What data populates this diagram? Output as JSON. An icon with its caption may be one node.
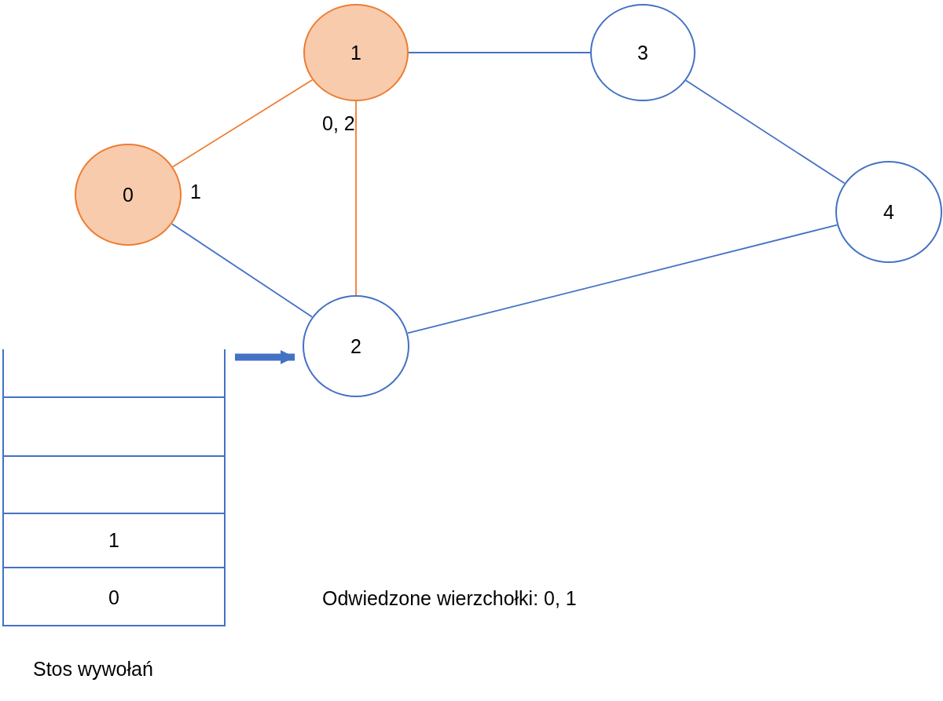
{
  "diagram": {
    "nodes": [
      {
        "text": [
          "0"
        ],
        "beside": [
          "1"
        ]
      },
      {
        "text": [
          "1"
        ],
        "beside": [
          "0, 2"
        ]
      },
      {
        "text": [
          "2"
        ]
      },
      {
        "text": [
          "3"
        ]
      },
      {
        "text": [
          "4"
        ]
      },
      {
        "text": [],
        "shape": "box",
        "beside": [
          "Stos wywołań"
        ]
      },
      {
        "text": [],
        "shape": "box",
        "in": 5
      },
      {
        "text": [],
        "shape": "box",
        "in": 5
      },
      {
        "text": [
          "1"
        ],
        "in": 5
      },
      {
        "text": [
          "0"
        ],
        "in": 5
      }
    ],
    "edges": [
      {
        "from": 0,
        "to": 1,
        "arrow": "none",
        "color": "#ed7d31"
      },
      {
        "from": 1,
        "to": 3,
        "arrow": "none"
      },
      {
        "from": 1,
        "to": 2,
        "arrow": "none",
        "color": "#ed7d31"
      },
      {
        "from": 0,
        "to": 2,
        "arrow": "none"
      },
      {
        "from": 3,
        "to": 4,
        "arrow": "none"
      },
      {
        "from": 2,
        "to": 4,
        "arrow": "none"
      },
      {
        "from": 5,
        "to": 2,
        "arrow": "to",
        "style": "thick"
      }
    ],
    "labels": [
      "Odwiedzone wierzchołki: 0, 1"
    ]
  }
}
